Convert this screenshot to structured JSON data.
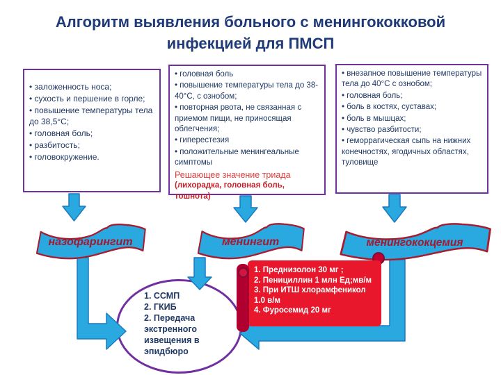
{
  "slide": {
    "title_line1": "Алгоритм выявления больного с менингококковой",
    "title_line2": "инфекцией для ПМСП"
  },
  "boxes": {
    "nasopharyngitis": {
      "bullets": [
        "заложенность носа;",
        "сухость и першение в горле;",
        "повышение температуры тела до 38,5°С;",
        "головная боль;",
        "разбитость;",
        "головокружение."
      ]
    },
    "meningitis": {
      "bullets": [
        "головная боль",
        "повышение температуры тела до 38-40°С, с ознобом;",
        "повторная рвота, не связанная с приемом пищи, не приносящая облегчения;",
        "гиперестезия",
        "положительные менингеальные симптомы"
      ],
      "triad_title": "Решающее значение триада",
      "triad_note": "(лихорадка, головная боль, тошнота)"
    },
    "meningococcemia": {
      "bullets": [
        "внезапное повышение температуры тела до 40°С с ознобом;",
        "головная боль;",
        "боль в костях, суставах;",
        "боль в мышцах;",
        "чувство разбитости;",
        "геморрагическая сыпь на нижних конечностях, ягодичных областях, туловище"
      ]
    }
  },
  "ribbons": {
    "nasopharyngitis": "назофарингит",
    "meningitis": "менингит",
    "meningococcemia": "менингококцемия"
  },
  "treatment": {
    "lines": [
      "1. Преднизолон 30 мг ;",
      "2. Пенициллин 1 млн Ед;мв/м",
      "3. При ИТШ хлорамфеникол 1.0 в/м",
      "4. Фуросемид 20 мг"
    ]
  },
  "referral": {
    "lines": [
      "1. ССМП",
      "2. ГКИБ",
      "2. Передача экстренного извещения в эпидбюро"
    ]
  },
  "colors": {
    "title_navy": "#1e3a78",
    "box_border_purple": "#7030a0",
    "box_text_navy": "#203864",
    "triad_red": "#e03a3a",
    "arrow_blue_fill": "#2aa9e0",
    "arrow_blue_stroke": "#1b79c0",
    "ribbon_fill": "#2aa9e0",
    "ribbon_border_dark_red": "#a61c30",
    "scroll_red": "#e8172b",
    "scroll_roll_dark_red": "#b00030",
    "ellipse_border_purple": "#7030a0"
  }
}
